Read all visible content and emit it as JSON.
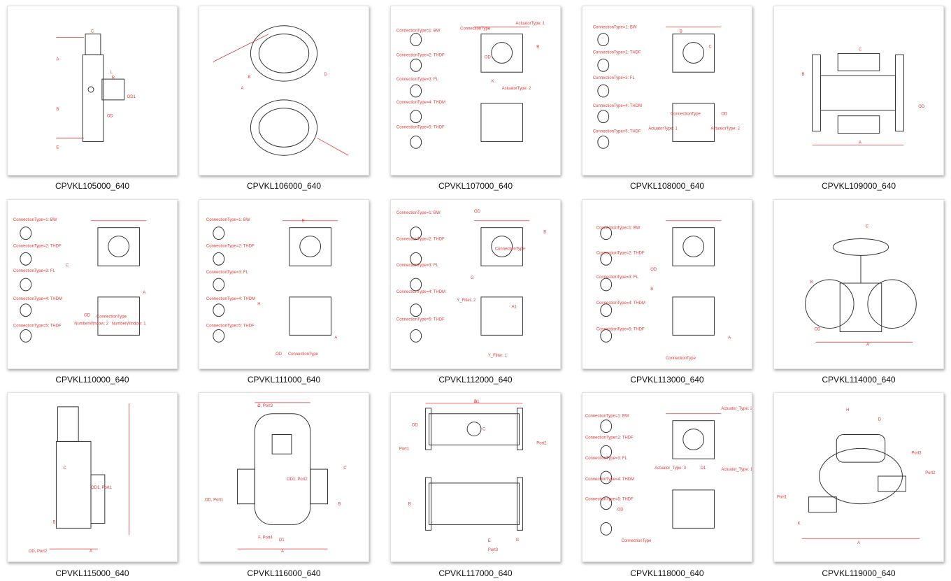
{
  "items": [
    {
      "name": "CPVKL105000_640",
      "labels": [
        "C",
        "A",
        "L",
        "R",
        "OD1",
        "OD",
        "B",
        "E"
      ]
    },
    {
      "name": "CPVKL106000_640",
      "labels": [
        "A",
        "B",
        "D"
      ]
    },
    {
      "name": "CPVKL107000_640",
      "labels": [
        "ConnectionType=1: BW",
        "ConnectionType=2: THDF",
        "ConnectionType=3: FL",
        "ConnectionType=4: THDM",
        "ConnectionType=5: THDF",
        "ConnectionType",
        "ActuatorType: 1",
        "ActuatorType: 2",
        "OD",
        "B",
        "K"
      ]
    },
    {
      "name": "CPVKL108000_640",
      "labels": [
        "ConnectionType=1: BW",
        "ConnectionType=2: THDF",
        "ConnectionType=3: FL",
        "ConnectionType=4: THDM",
        "ConnectionType=5: THDF",
        "ActuatorType: 1",
        "ActuatorType: 2",
        "ConnectionType",
        "OD",
        "B",
        "C"
      ]
    },
    {
      "name": "CPVKL109000_640",
      "labels": [
        "C",
        "B",
        "OD",
        "A"
      ]
    },
    {
      "name": "CPVKL110000_640",
      "labels": [
        "ConnectionType=1: BW",
        "ConnectionType=2: THDF",
        "ConnectionType=3: FL",
        "ConnectionType=4: THDM",
        "ConnectionType=5: THDF",
        "NumberWindow: 2",
        "NumberWindow: 1",
        "OD",
        "ConnectionType",
        "A",
        "C"
      ]
    },
    {
      "name": "CPVKL111000_640",
      "labels": [
        "ConnectionType=1: BW",
        "ConnectionType=2: THDF",
        "ConnectionType=3: FL",
        "ConnectionType=4: THDM",
        "ConnectionType=5: THDF",
        "OD",
        "ConnectionType",
        "E",
        "H",
        "A"
      ]
    },
    {
      "name": "CPVKL112000_640",
      "labels": [
        "ConnectionType=1: BW",
        "ConnectionType=2: THDF",
        "ConnectionType=3: FL",
        "ConnectionType=4: THDM",
        "ConnectionType=5: THDF",
        "OD",
        "ConnectionType",
        "Y_Filter: 2",
        "Y_Filter: 1",
        "A1",
        "G",
        "B"
      ]
    },
    {
      "name": "CPVKL113000_640",
      "labels": [
        "ConnectionType=1: BW",
        "ConnectionType=2: THDF",
        "ConnectionType=3: FL",
        "ConnectionType=4: THDM",
        "ConnectionType=5: THDF",
        "OD",
        "ConnectionType",
        "B",
        "A"
      ]
    },
    {
      "name": "CPVKL114000_640",
      "labels": [
        "C",
        "B",
        "OD",
        "A"
      ]
    },
    {
      "name": "CPVKL115000_640",
      "labels": [
        "OD1, Port1",
        "OD, Port2",
        "C",
        "B",
        "A"
      ]
    },
    {
      "name": "CPVKL116000_640",
      "labels": [
        "J",
        "C, Port3",
        "OD, Port1",
        "OD1, Port2",
        "F, Port4",
        "D1",
        "A",
        "C",
        "B"
      ]
    },
    {
      "name": "CPVKL117000_640",
      "labels": [
        "D1",
        "OD",
        "Port1",
        "Port2",
        "C",
        "B",
        "E",
        "G",
        "Port3",
        "A"
      ]
    },
    {
      "name": "CPVKL118000_640",
      "labels": [
        "ConnectionType=1: BW",
        "ConnectionType=2: THDF",
        "ConnectionType=3: FL",
        "ConnectionType=4: THDM",
        "ConnectionType=5: THDF",
        "Actuator_Type: 2",
        "Actuator_Type: 3",
        "Actuator_Type: 1",
        "ConnectionType",
        "OD",
        "D1"
      ]
    },
    {
      "name": "CPVKL119000_640",
      "labels": [
        "H",
        "D",
        "Port3",
        "Port2",
        "Port1",
        "K",
        "A"
      ]
    }
  ]
}
